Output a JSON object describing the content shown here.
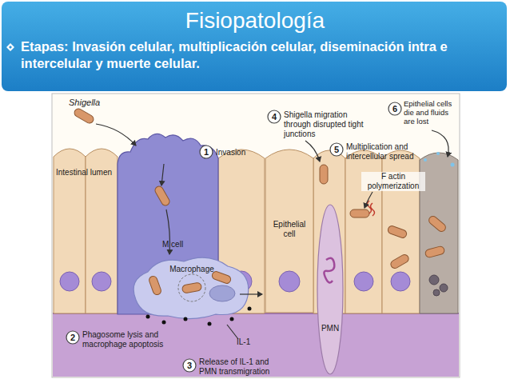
{
  "diagram": {
    "title": "Fisiopatología",
    "nodes": [
      {
        "text": [
          "M cell"
        ]
      },
      {
        "text": [
          "Macrophage"
        ]
      },
      {
        "text": [
          "Epithelial cell"
        ]
      },
      {
        "text": [
          "PMN"
        ]
      },
      {
        "text": [
          "1"
        ]
      },
      {
        "text": [
          "2"
        ]
      },
      {
        "text": [
          "3"
        ]
      },
      {
        "text": [
          "4"
        ]
      },
      {
        "text": [
          "5"
        ]
      },
      {
        "text": [
          "6"
        ]
      }
    ],
    "labels": [
      "Etapas: Invasión celular, multiplicación celular, diseminación intra e intercelular y muerte celular.",
      "Shigella",
      "Invasion",
      "Intestinal lumen",
      "Phagosome lysis and macrophage apoptosis",
      "IL-1",
      "Release of IL-1 and PMN transmigration",
      "Shigella migration through disrupted tight junctions",
      "Multiplication and intercellular spread",
      "F actin polymerization",
      "Epithelial cells die and fluids are lost"
    ]
  }
}
